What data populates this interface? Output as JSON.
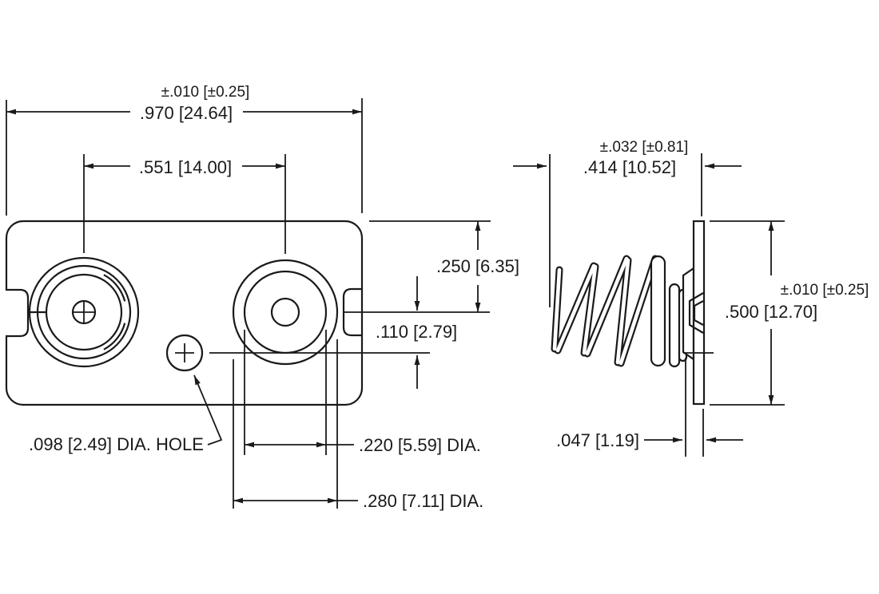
{
  "drawing": {
    "title": "battery-contact-technical-drawing",
    "line_color": "#1a1a1a",
    "background_color": "#ffffff",
    "front_view": {
      "overall_width_tolerance": "±.010 [±0.25]",
      "overall_width": ".970 [24.64]",
      "contact_spacing": ".551 [14.00]",
      "top_edge_to_center": ".250 [6.35]",
      "center_to_hole": ".110 [2.79]",
      "hole_label": ".098 [2.49] DIA. HOLE",
      "contact_inner_diameter": ".220 [5.59] DIA.",
      "contact_outer_diameter": ".280 [7.11] DIA."
    },
    "side_view": {
      "spring_length_tolerance": "±.032 [±0.81]",
      "spring_length": ".414 [10.52]",
      "plate_height_tolerance": "±.010 [±0.25]",
      "plate_height": ".500 [12.70]",
      "plate_thickness": ".047 [1.19]"
    }
  }
}
